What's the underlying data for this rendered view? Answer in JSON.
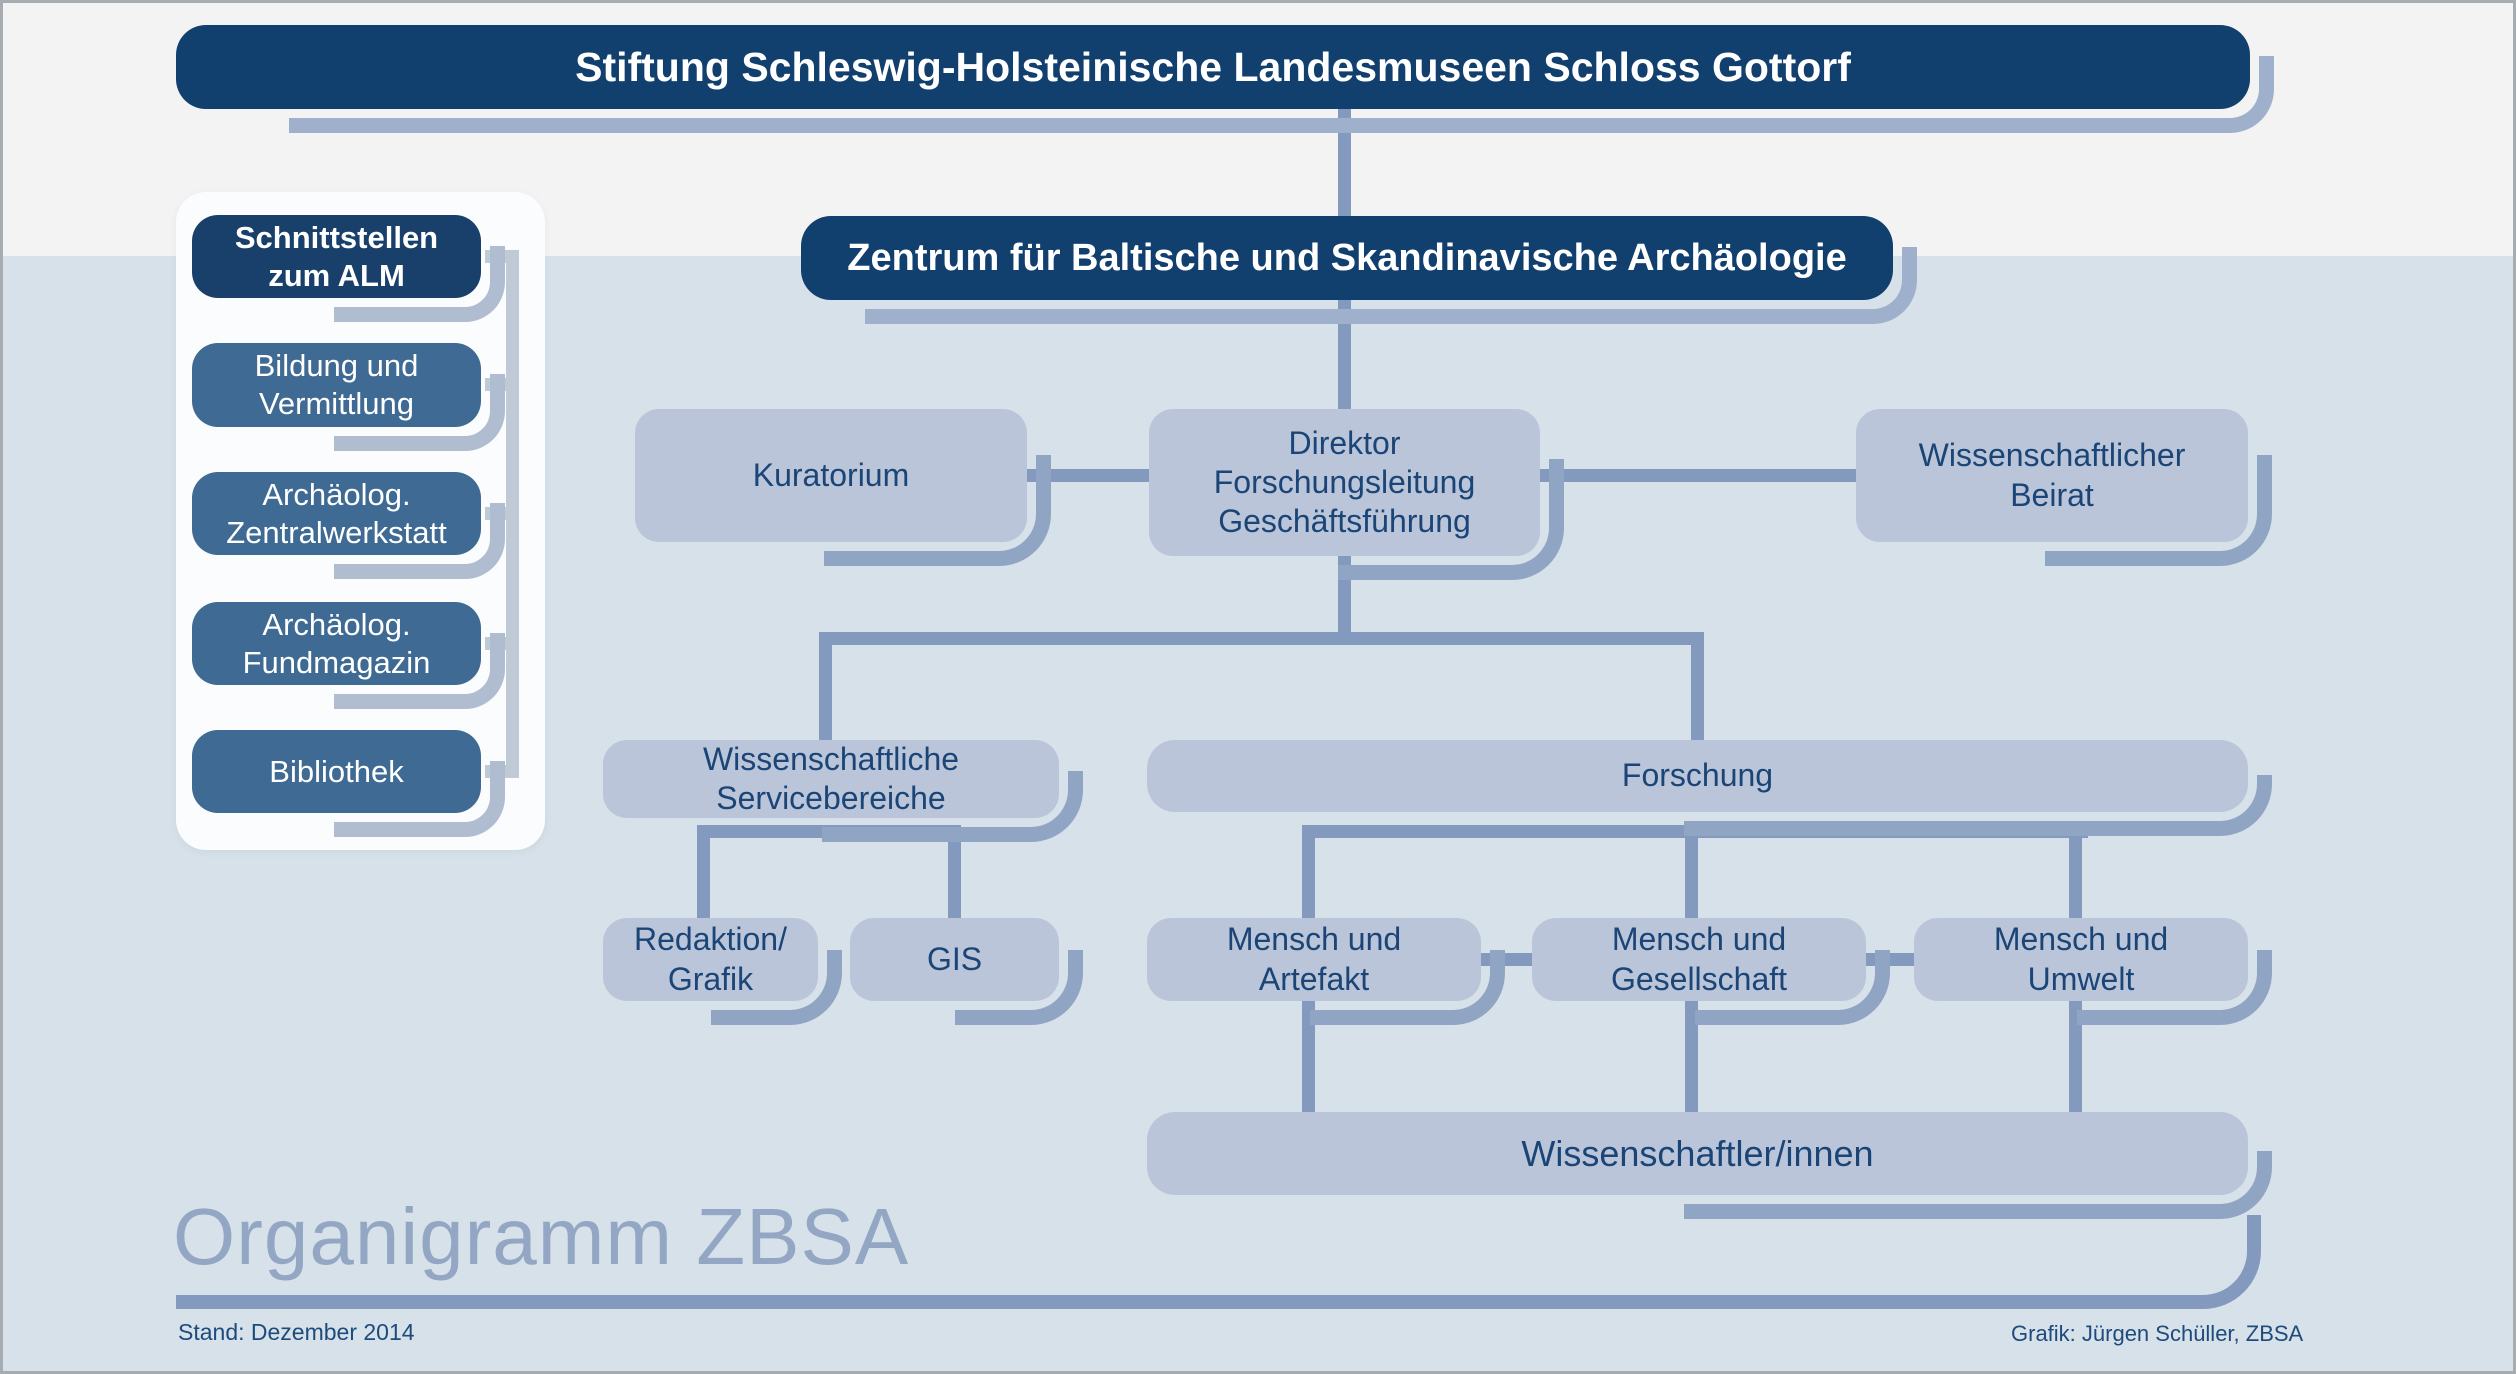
{
  "page": {
    "stiftung_bar": "Stiftung Schleswig-Holsteinische Landesmuseen Schloss Gottorf",
    "zbsa_bar": "Zentrum für Baltische und Skandinavische Archäologie"
  },
  "sidebar": {
    "items": [
      {
        "label": "Schnittstellen\nzum ALM"
      },
      {
        "label": "Bildung und\nVermittlung"
      },
      {
        "label": "Archäolog.\nZentralwerkstatt"
      },
      {
        "label": "Archäolog.\nFundmagazin"
      },
      {
        "label": "Bibliothek"
      }
    ]
  },
  "org": {
    "kuratorium": "Kuratorium",
    "direktor": "Direktor\nForschungsleitung\nGeschäftsführung",
    "beirat": "Wissenschaftlicher\nBeirat",
    "servicebereiche": "Wissenschaftliche\nServicebereiche",
    "forschung": "Forschung",
    "redaktion": "Redaktion/\nGrafik",
    "gis": "GIS",
    "artefakt": "Mensch und\nArtefakt",
    "gesellschaft": "Mensch und\nGesellschaft",
    "umwelt": "Mensch und\nUmwelt",
    "wissenschaftler": "Wissenschaftler/innen"
  },
  "footer": {
    "watermark": "Organigramm ZBSA",
    "stand": "Stand: Dezember 2014",
    "credit": "Grafik: Jürgen Schüller, ZBSA"
  },
  "colors": {
    "navy_bar": "#113f6e",
    "sidebar_blue": "#3e6a93",
    "light_box": "#bac5d9",
    "box_text": "#1a4576",
    "connector": "#8399bd",
    "background_top": "#f3f3f4",
    "background_bottom": "#d7e1e9",
    "watermark": "#93a6c3"
  }
}
